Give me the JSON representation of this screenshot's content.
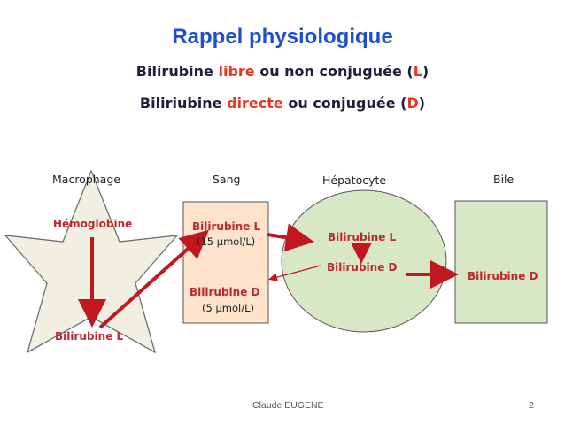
{
  "title": "Rappel physiologique",
  "subtitle1": {
    "pre": "Bilirubine ",
    "hl": "libre",
    "mid": " ou non conjuguée (",
    "letter": "L",
    "post": ")"
  },
  "subtitle2": {
    "pre": "Biliriubine ",
    "hl": "directe",
    "mid": " ou conjuguée (",
    "letter": "D",
    "post": ")"
  },
  "columns": {
    "macrophage": "Macrophage",
    "sang": "Sang",
    "hepatocyte": "Hépatocyte",
    "bile": "Bile"
  },
  "macrophage": {
    "top": "Hémoglobine",
    "bottom": "Bilirubine L"
  },
  "sang": {
    "l_label": "Bilirubine L",
    "l_value": "(15 µmol/L)",
    "d_label": "Bilirubine D",
    "d_value": "(5 µmol/L)"
  },
  "hepatocyte": {
    "l_label": "Bilirubine L",
    "d_label": "Bilirubine D"
  },
  "bile": {
    "d_label": "Bilirubine D"
  },
  "footer": {
    "author": "Claude EUGENE",
    "page": "2"
  },
  "colors": {
    "title": "#1f4fd1",
    "highlight": "#e03a22",
    "arrow": "#c0181e",
    "sang_fill": "#fde3cc",
    "hepatocyte_fill": "#d8e8c6",
    "bile_fill": "#d8e8c6",
    "star_fill": "#f1efe2"
  }
}
